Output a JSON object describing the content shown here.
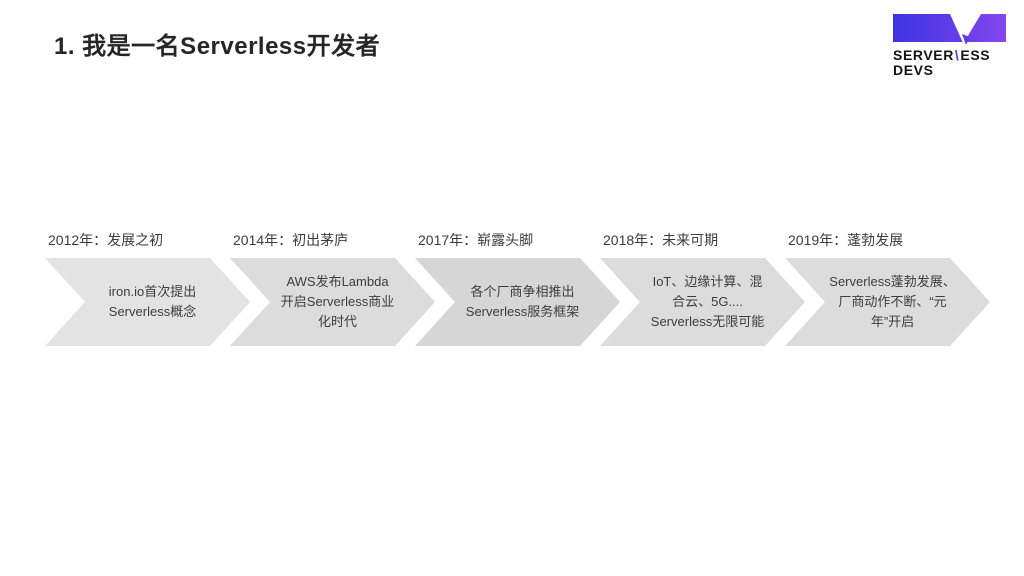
{
  "slide": {
    "title": "1. 我是一名Serverless开发者"
  },
  "logo": {
    "wordmark_pre": "SERVER",
    "wordmark_slash": "\\",
    "wordmark_post": "ESS",
    "wordmark_line2": "DEVS",
    "banner_gradient_from": "#3D33E2",
    "banner_gradient_to": "#8347F0",
    "slash_color": "#5B3DED",
    "cursor_color": "#ffffff"
  },
  "timeline": {
    "items": [
      {
        "year_label": "2012年：发展之初",
        "description_lines": [
          "iron.io首次提出",
          "Serverless概念"
        ],
        "arrow_color": "#E3E3E3"
      },
      {
        "year_label": "2014年：初出茅庐",
        "description_lines": [
          "AWS发布Lambda",
          "开启Serverless商业",
          "化时代"
        ],
        "arrow_color": "#DCDCDC"
      },
      {
        "year_label": "2017年：崭露头脚",
        "description_lines": [
          "各个厂商争相推出",
          "Serverless服务框架"
        ],
        "arrow_color": "#D6D6D6"
      },
      {
        "year_label": "2018年：未来可期",
        "description_lines": [
          "IoT、边缘计算、混",
          "合云、5G....",
          "Serverless无限可能"
        ],
        "arrow_color": "#DCDCDC"
      },
      {
        "year_label": "2019年：蓬勃发展",
        "description_lines": [
          "Serverless蓬勃发展、",
          "厂商动作不断、“元",
          "年”开启"
        ],
        "arrow_color": "#DCDCDC"
      }
    ]
  }
}
